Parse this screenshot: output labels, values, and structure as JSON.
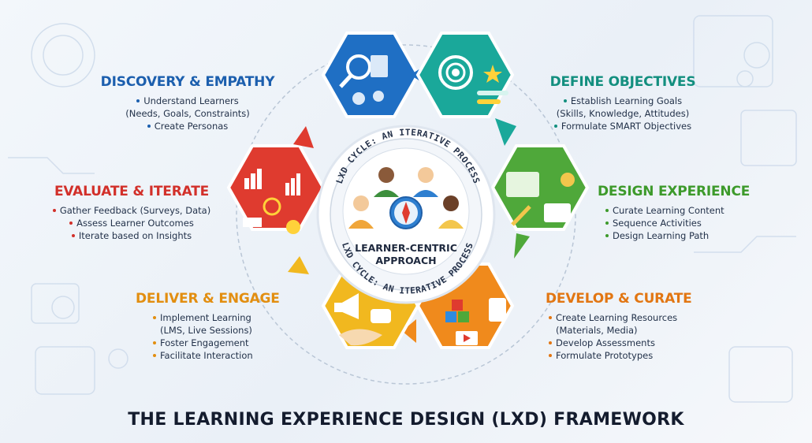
{
  "title": "THE LEARNING EXPERIENCE DESIGN (LXD) FRAMEWORK",
  "center": {
    "ring_text_top": "LXD CYCLE: AN ITERATIVE PROCESS",
    "ring_text_bottom": "LXD CYCLE: AN ITERATIVE PROCESS",
    "label_line1": "LEARNER-CENTRIC",
    "label_line2": "APPROACH",
    "icons": [
      "learner-avatars-icon",
      "compass-icon"
    ]
  },
  "stages": [
    {
      "title": "DISCOVERY & EMPATHY",
      "color": "#1f6fc4",
      "title_color": "#1c5fae",
      "icon": "magnifier-persona-icon",
      "bullets": [
        "Understand Learners",
        "(Needs, Goals, Constraints)",
        "Create Personas"
      ],
      "bullet_marks": [
        true,
        false,
        true
      ]
    },
    {
      "title": "DEFINE OBJECTIVES",
      "color": "#1aa89a",
      "title_color": "#138f7f",
      "icon": "target-star-icon",
      "bullets": [
        "Establish Learning Goals",
        "(Skills, Knowledge, Attitudes)",
        "Formulate SMART Objectives"
      ],
      "bullet_marks": [
        true,
        false,
        true
      ]
    },
    {
      "title": "DESIGN EXPERIENCE",
      "color": "#4fa83a",
      "title_color": "#3d9a2b",
      "icon": "wireframe-tools-icon",
      "bullets": [
        "Curate Learning Content",
        "Sequence Activities",
        "Design Learning Path"
      ],
      "bullet_marks": [
        true,
        true,
        true
      ]
    },
    {
      "title": "DEVELOP & CURATE",
      "color": "#f08a1c",
      "title_color": "#e27612",
      "icon": "blocks-media-icon",
      "bullets": [
        "Create Learning Resources",
        "(Materials, Media)",
        "Develop Assessments",
        "Formulate Prototypes"
      ],
      "bullet_marks": [
        true,
        false,
        true,
        true
      ]
    },
    {
      "title": "DELIVER & ENGAGE",
      "color": "#f1b81f",
      "title_color": "#e28e10",
      "icon": "megaphone-handshake-icon",
      "bullets": [
        "Implement Learning",
        "(LMS, Live Sessions)",
        "Foster Engagement",
        "Facilitate Interaction"
      ],
      "bullet_marks": [
        true,
        false,
        true,
        true
      ]
    },
    {
      "title": "EVALUATE & ITERATE",
      "color": "#df3b2f",
      "title_color": "#d2302a",
      "icon": "charts-lightbulb-icon",
      "bullets": [
        "Gather Feedback (Surveys, Data)",
        "Assess Learner Outcomes",
        "Iterate based on Insights"
      ],
      "bullet_marks": [
        true,
        true,
        true
      ]
    }
  ]
}
